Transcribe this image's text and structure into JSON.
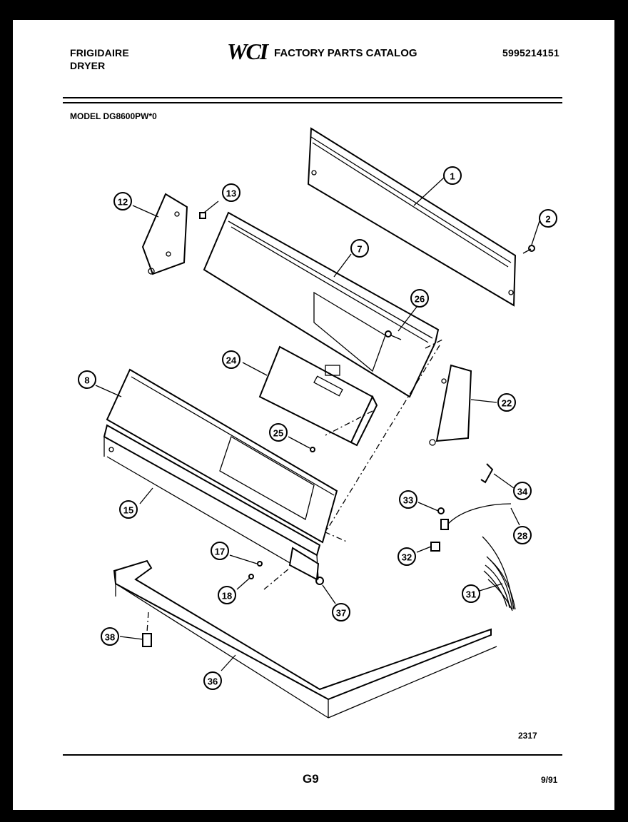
{
  "header": {
    "brand_line1": "FRIGIDAIRE",
    "brand_line2": "DRYER",
    "logo": "WCI",
    "catalog_title": "FACTORY PARTS CATALOG",
    "catalog_number": "5995214151"
  },
  "model": "MODEL DG8600PW*0",
  "callouts": [
    {
      "label": "1"
    },
    {
      "label": "2"
    },
    {
      "label": "7"
    },
    {
      "label": "8"
    },
    {
      "label": "12"
    },
    {
      "label": "13"
    },
    {
      "label": "15"
    },
    {
      "label": "17"
    },
    {
      "label": "18"
    },
    {
      "label": "22"
    },
    {
      "label": "24"
    },
    {
      "label": "25"
    },
    {
      "label": "26"
    },
    {
      "label": "28"
    },
    {
      "label": "31"
    },
    {
      "label": "32"
    },
    {
      "label": "33"
    },
    {
      "label": "34"
    },
    {
      "label": "36"
    },
    {
      "label": "37"
    },
    {
      "label": "38"
    }
  ],
  "footer": {
    "diagram_number": "2317",
    "page": "G9",
    "date": "9/91"
  }
}
